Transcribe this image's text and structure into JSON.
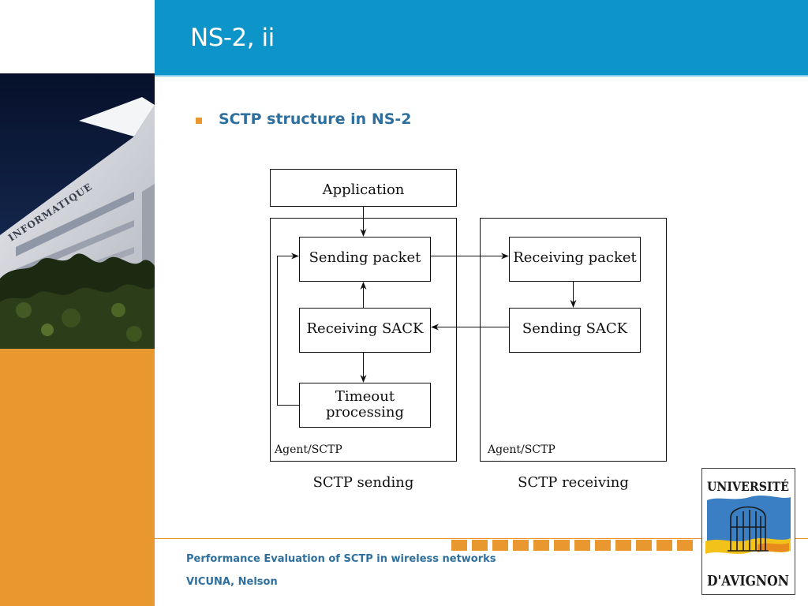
{
  "slide": {
    "title": "NS-2, ii",
    "bullet": "SCTP structure in NS-2"
  },
  "diagram": {
    "application": "Application",
    "sending_packet": "Sending packet",
    "receiving_sack": "Receiving SACK",
    "timeout_line1": "Timeout",
    "timeout_line2": "processing",
    "receiving_packet": "Receiving packet",
    "sending_sack": "Sending SACK",
    "agent_left": "Agent/SCTP",
    "agent_right": "Agent/SCTP",
    "caption_left": "SCTP sending",
    "caption_right": "SCTP receiving"
  },
  "photo": {
    "sign_text": "INFORMATIQUE"
  },
  "footer": {
    "line1": "Performance Evaluation of SCTP in wireless networks",
    "line2": "VICUNA, Nelson"
  },
  "logo": {
    "top_text": "UNIVERSITÉ",
    "bottom_text": "D'AVIGNON"
  },
  "colors": {
    "header_blue": "#0d95c9",
    "accent_orange": "#e8982f",
    "text_blue": "#2e6f9e"
  }
}
